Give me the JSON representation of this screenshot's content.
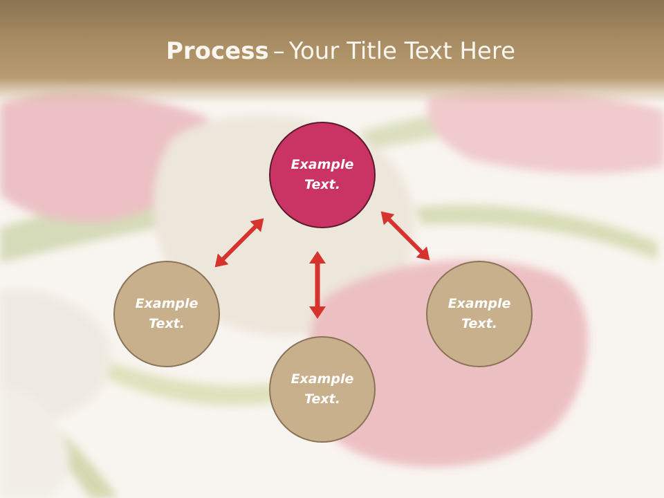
{
  "slide": {
    "title_bold": "Process",
    "title_dash": "–",
    "title_rest": "Your Title Text Here"
  },
  "diagram": {
    "nodes": [
      {
        "id": "top",
        "line1": "Example",
        "line2": "Text.",
        "color": "#ca3465"
      },
      {
        "id": "left",
        "line1": "Example",
        "line2": "Text.",
        "color": "#c9b08c"
      },
      {
        "id": "bottom",
        "line1": "Example",
        "line2": "Text.",
        "color": "#c9b08c"
      },
      {
        "id": "right",
        "line1": "Example",
        "line2": "Text.",
        "color": "#c9b08c"
      }
    ],
    "arrow_color": "#d7332e"
  }
}
